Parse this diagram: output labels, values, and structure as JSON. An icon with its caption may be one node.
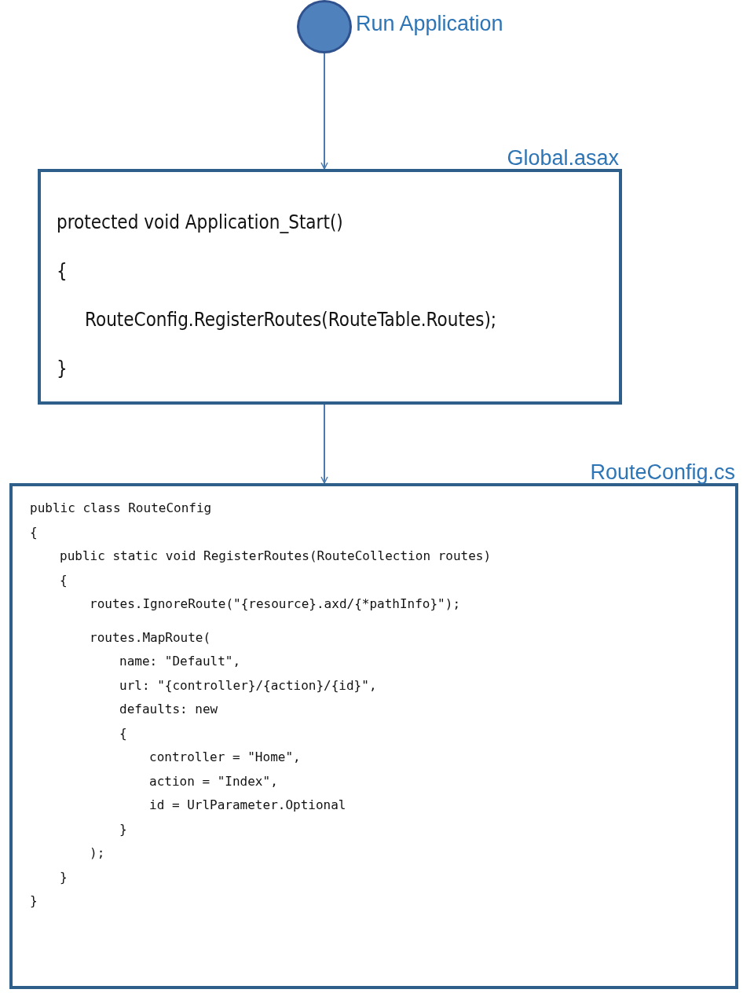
{
  "diagram": {
    "nodes": [
      {
        "text": [],
        "shape": "circle",
        "beside": [
          "Run Application"
        ]
      },
      {
        "text": [
          "Global.asax",
          "protected void Application_Start()",
          "{",
          "RouteConfig.RegisterRoutes(RouteTable.Routes);",
          "}"
        ]
      },
      {
        "text": [
          "RouteConfig.cs",
          "public class RouteConfig",
          "{",
          "public static void RegisterRoutes(RouteCollection routes)",
          "{",
          "routes.IgnoreRoute(\"{resource}.axd/{*pathInfo}\");",
          "routes.MapRoute(",
          "name: \"Default\",",
          "url: \"{controller}/{action}/{id}\",",
          "defaults: new",
          "{",
          "controller = \"Home\",",
          "action = \"Index\",",
          "id = UrlParameter.Optional",
          "}",
          ");",
          "}",
          "}"
        ]
      }
    ],
    "edges": [
      {
        "from": 0,
        "to": 1,
        "arrow": "to"
      },
      {
        "from": 1,
        "to": 2,
        "arrow": "to"
      }
    ]
  }
}
